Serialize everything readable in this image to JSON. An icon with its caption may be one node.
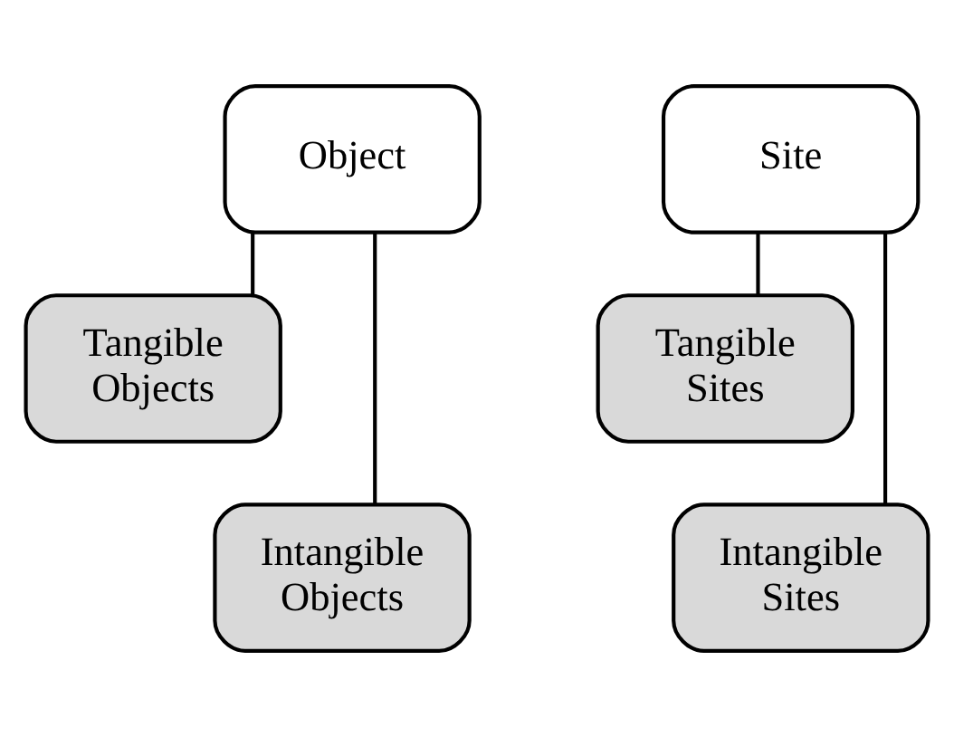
{
  "diagram": {
    "nodes": [
      {
        "text": [
          "Object"
        ]
      },
      {
        "text": [
          "Tangible Objects"
        ]
      },
      {
        "text": [
          "Intangible Objects"
        ]
      },
      {
        "text": [
          "Site"
        ]
      },
      {
        "text": [
          "Tangible Sites"
        ]
      },
      {
        "text": [
          "Intangible Sites"
        ]
      }
    ],
    "edges": [
      {
        "from": 0,
        "to": 1,
        "arrow": "none"
      },
      {
        "from": 0,
        "to": 2,
        "arrow": "none"
      },
      {
        "from": 3,
        "to": 4,
        "arrow": "none"
      },
      {
        "from": 3,
        "to": 5,
        "arrow": "none"
      }
    ]
  }
}
